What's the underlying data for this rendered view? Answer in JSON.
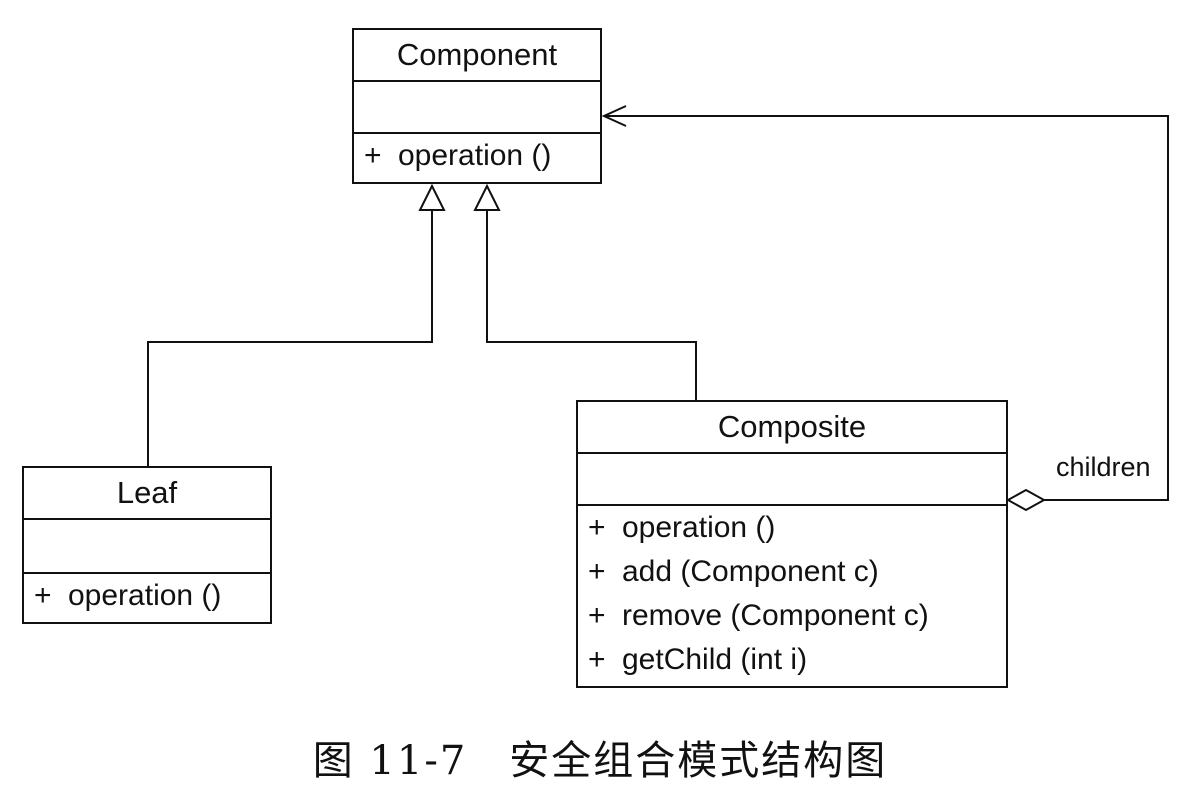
{
  "classes": {
    "component": {
      "name": "Component",
      "operations": [
        {
          "visibility": "+",
          "signature": "operation ()"
        }
      ]
    },
    "leaf": {
      "name": "Leaf",
      "operations": [
        {
          "visibility": "+",
          "signature": "operation ()"
        }
      ]
    },
    "composite": {
      "name": "Composite",
      "operations": [
        {
          "visibility": "+",
          "signature": "operation ()"
        },
        {
          "visibility": "+",
          "signature": "add (Component c)"
        },
        {
          "visibility": "+",
          "signature": "remove (Component c)"
        },
        {
          "visibility": "+",
          "signature": "getChild (int i)"
        }
      ]
    }
  },
  "relations": {
    "children_role": "children"
  },
  "caption": "图 11-7　安全组合模式结构图"
}
